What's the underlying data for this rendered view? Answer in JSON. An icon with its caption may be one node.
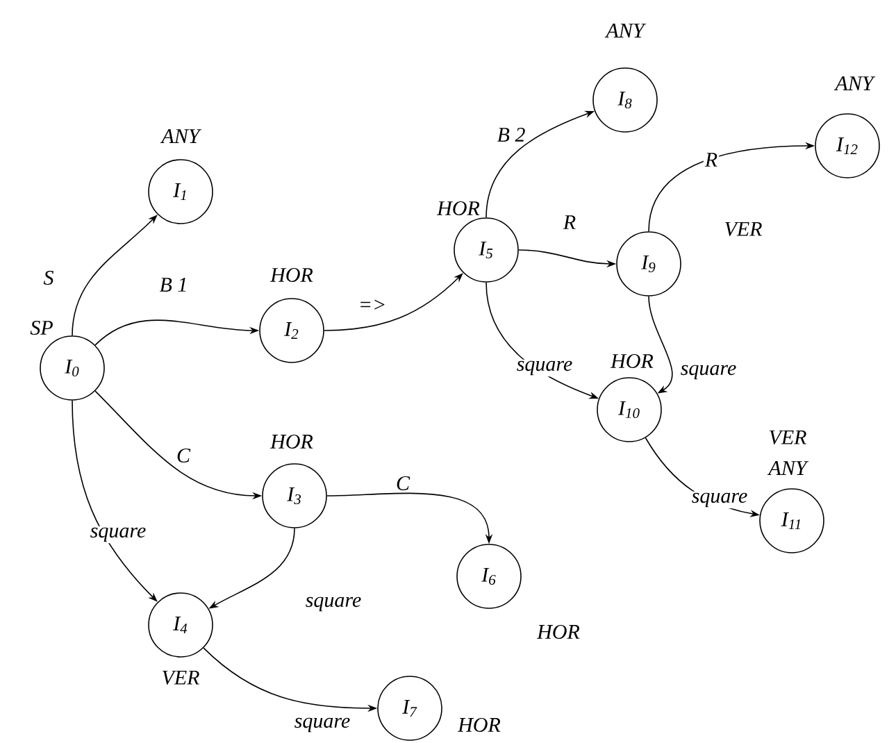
{
  "diagram": {
    "nodes": [
      {
        "text": [
          "I$_{0}$"
        ],
        "beside": [
          "SP"
        ]
      },
      {
        "text": [
          "I$_{1}$"
        ],
        "beside": [
          "ANY"
        ]
      },
      {
        "text": [
          "I$_{2}$"
        ],
        "beside": [
          "HOR"
        ]
      },
      {
        "text": [
          "I$_{3}$"
        ],
        "beside": [
          "HOR"
        ]
      },
      {
        "text": [
          "I$_{4}$"
        ],
        "beside": [
          "VER"
        ]
      },
      {
        "text": [
          "I$_{5}$"
        ],
        "beside": [
          "HOR"
        ]
      },
      {
        "text": [
          "I$_{6}$"
        ],
        "beside": [
          "HOR"
        ]
      },
      {
        "text": [
          "I$_{7}$"
        ],
        "beside": [
          "HOR"
        ]
      },
      {
        "text": [
          "I$_{8}$"
        ],
        "beside": [
          "ANY"
        ]
      },
      {
        "text": [
          "I$_{9}$"
        ],
        "beside": [
          "VER"
        ]
      },
      {
        "text": [
          "I$_{10}$"
        ],
        "beside": [
          "HOR"
        ]
      },
      {
        "text": [
          "I$_{11}$"
        ],
        "beside": [
          "VER",
          "ANY"
        ]
      },
      {
        "text": [
          "I$_{12}$"
        ],
        "beside": [
          "ANY"
        ]
      }
    ],
    "edges": [
      {
        "from": 0,
        "to": 1,
        "arrow": "to",
        "label": "S"
      },
      {
        "from": 0,
        "to": 2,
        "arrow": "to",
        "label": "B 1"
      },
      {
        "from": 0,
        "to": 3,
        "arrow": "to",
        "label": "C"
      },
      {
        "from": 0,
        "to": 4,
        "arrow": "to",
        "label": "square"
      },
      {
        "from": 2,
        "to": 5,
        "arrow": "to",
        "label": "=>"
      },
      {
        "from": 3,
        "to": 6,
        "arrow": "to",
        "label": "C"
      },
      {
        "from": 3,
        "to": 4,
        "arrow": "to",
        "label": "square"
      },
      {
        "from": 4,
        "to": 7,
        "arrow": "to",
        "label": "square"
      },
      {
        "from": 5,
        "to": 8,
        "arrow": "to",
        "label": "B 2"
      },
      {
        "from": 5,
        "to": 9,
        "arrow": "to",
        "label": "R"
      },
      {
        "from": 5,
        "to": 10,
        "arrow": "to",
        "label": "square"
      },
      {
        "from": 9,
        "to": 12,
        "arrow": "to",
        "label": "R"
      },
      {
        "from": 9,
        "to": 10,
        "arrow": "to",
        "label": "square"
      },
      {
        "from": 10,
        "to": 11,
        "arrow": "to",
        "label": "square"
      }
    ]
  }
}
